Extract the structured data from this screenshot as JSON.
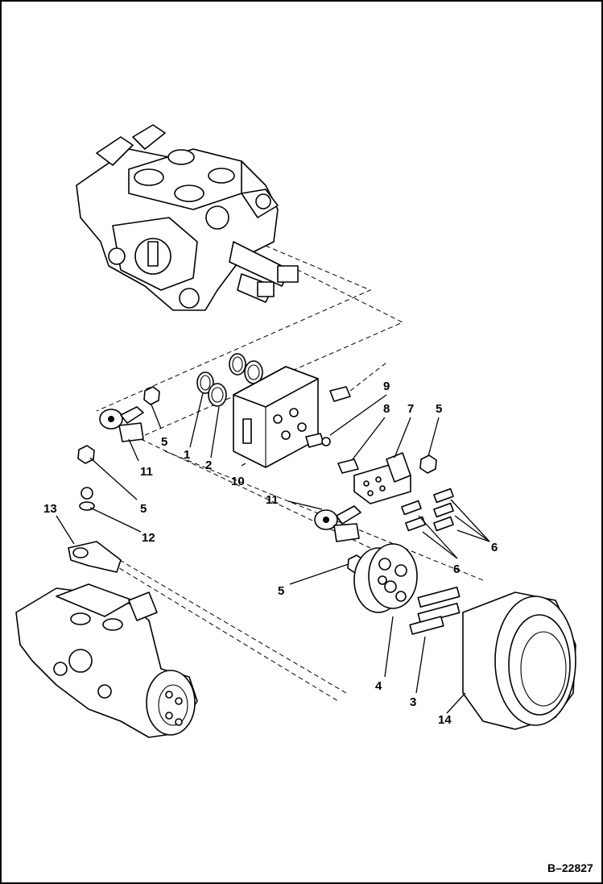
{
  "diagram": {
    "reference_number": "B–22827",
    "callouts": [
      {
        "id": "c1",
        "text": "1"
      },
      {
        "id": "c2",
        "text": "2"
      },
      {
        "id": "c3",
        "text": "3"
      },
      {
        "id": "c4",
        "text": "4"
      },
      {
        "id": "c5a",
        "text": "5"
      },
      {
        "id": "c5b",
        "text": "5"
      },
      {
        "id": "c5c",
        "text": "5"
      },
      {
        "id": "c5d",
        "text": "5"
      },
      {
        "id": "c6a",
        "text": "6"
      },
      {
        "id": "c6b",
        "text": "6"
      },
      {
        "id": "c7",
        "text": "7"
      },
      {
        "id": "c8",
        "text": "8"
      },
      {
        "id": "c9",
        "text": "9"
      },
      {
        "id": "c10",
        "text": "10"
      },
      {
        "id": "c11a",
        "text": "11"
      },
      {
        "id": "c11b",
        "text": "11"
      },
      {
        "id": "c12",
        "text": "12"
      },
      {
        "id": "c13",
        "text": "13"
      },
      {
        "id": "c14",
        "text": "14"
      }
    ]
  }
}
